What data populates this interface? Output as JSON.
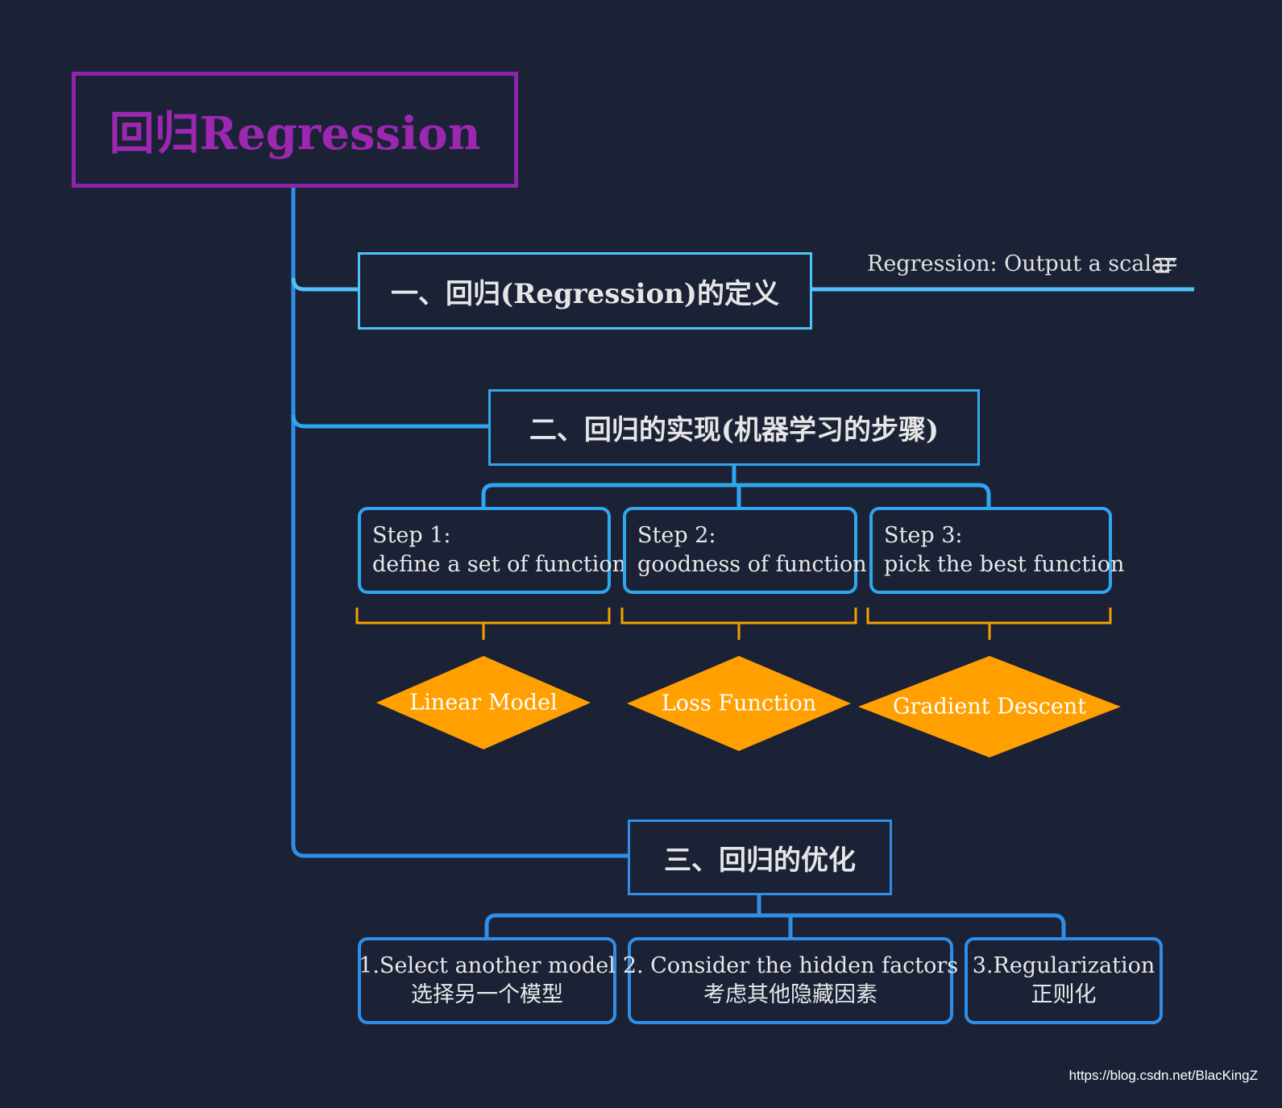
{
  "root": {
    "title": "回归Regression"
  },
  "topics": [
    {
      "title": "一、回归(Regression)的定义",
      "note": "Regression: Output a scalar"
    },
    {
      "title": "二、回归的实现(机器学习的步骤)"
    },
    {
      "title": "三、回归的优化"
    }
  ],
  "steps": [
    {
      "label": "Step 1:",
      "text": "define a set of function",
      "result": "Linear Model"
    },
    {
      "label": "Step 2:",
      "text": "goodness of function",
      "result": "Loss Function"
    },
    {
      "label": "Step 3:",
      "text": "pick the best function",
      "result": "Gradient Descent"
    }
  ],
  "optimizations": [
    {
      "en": "1.Select another model",
      "zh": "选择另一个模型"
    },
    {
      "en": "2. Consider the hidden factors",
      "zh": "考虑其他隐藏因素"
    },
    {
      "en": "3.Regularization",
      "zh": "正则化"
    }
  ],
  "icons": {
    "note_icon": "menu-lines-icon"
  },
  "colors": {
    "background": "#1b2236",
    "root": "#9c27b0",
    "topic1": "#4fc3f7",
    "topic2": "#2ea7ee",
    "topic3": "#2f8fe8",
    "bracket": "#f5a000",
    "diamond": "#ffa000"
  },
  "watermark": "https://blog.csdn.net/BlacKingZ"
}
